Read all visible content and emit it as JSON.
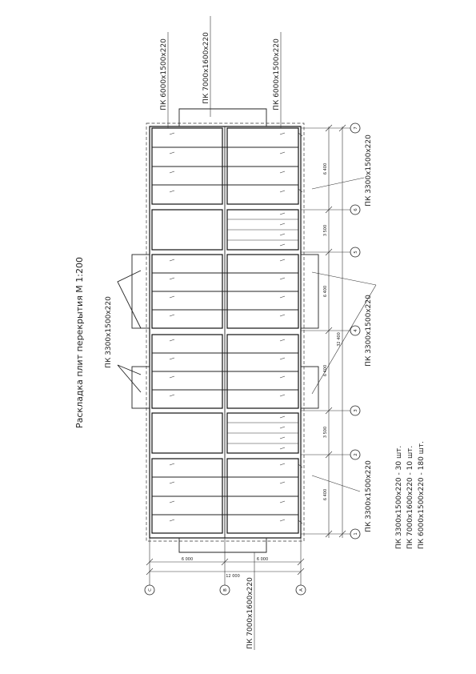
{
  "title": "Раскладка плит перекрытия  М 1:200",
  "legend": [
    "ПК 3300х1500х220 - 30 шт.",
    "ПК 7000х1600х220 - 10 шт.",
    "ПК 6000х1500х220 - 180 шт."
  ],
  "top_labels": {
    "left": "ПК 6000х1500х220",
    "center": "ПК 7000х1600х220",
    "right": "ПК 6000х1500х220"
  },
  "bottom_label": "ПК 7000х1600х220",
  "left_label": "ПК 3300х1500х220",
  "right_labels": [
    "ПК 3300х1500х220",
    "ПК 3300х1500х220",
    "ПК 3300х1500х220"
  ],
  "axes_rows": [
    "1",
    "2",
    "3",
    "4",
    "5",
    "6",
    "7"
  ],
  "axes_cols": [
    "C",
    "B",
    "A"
  ],
  "dims_right": [
    "6 400",
    "3 500",
    "6 400",
    "6 400",
    "3 500",
    "6 400"
  ],
  "dim_total_right": "32 400",
  "dims_bottom": [
    "6 000",
    "6 000"
  ],
  "dim_total_bottom": "12 000",
  "colors": {
    "line": "#222222",
    "background": "#ffffff"
  }
}
